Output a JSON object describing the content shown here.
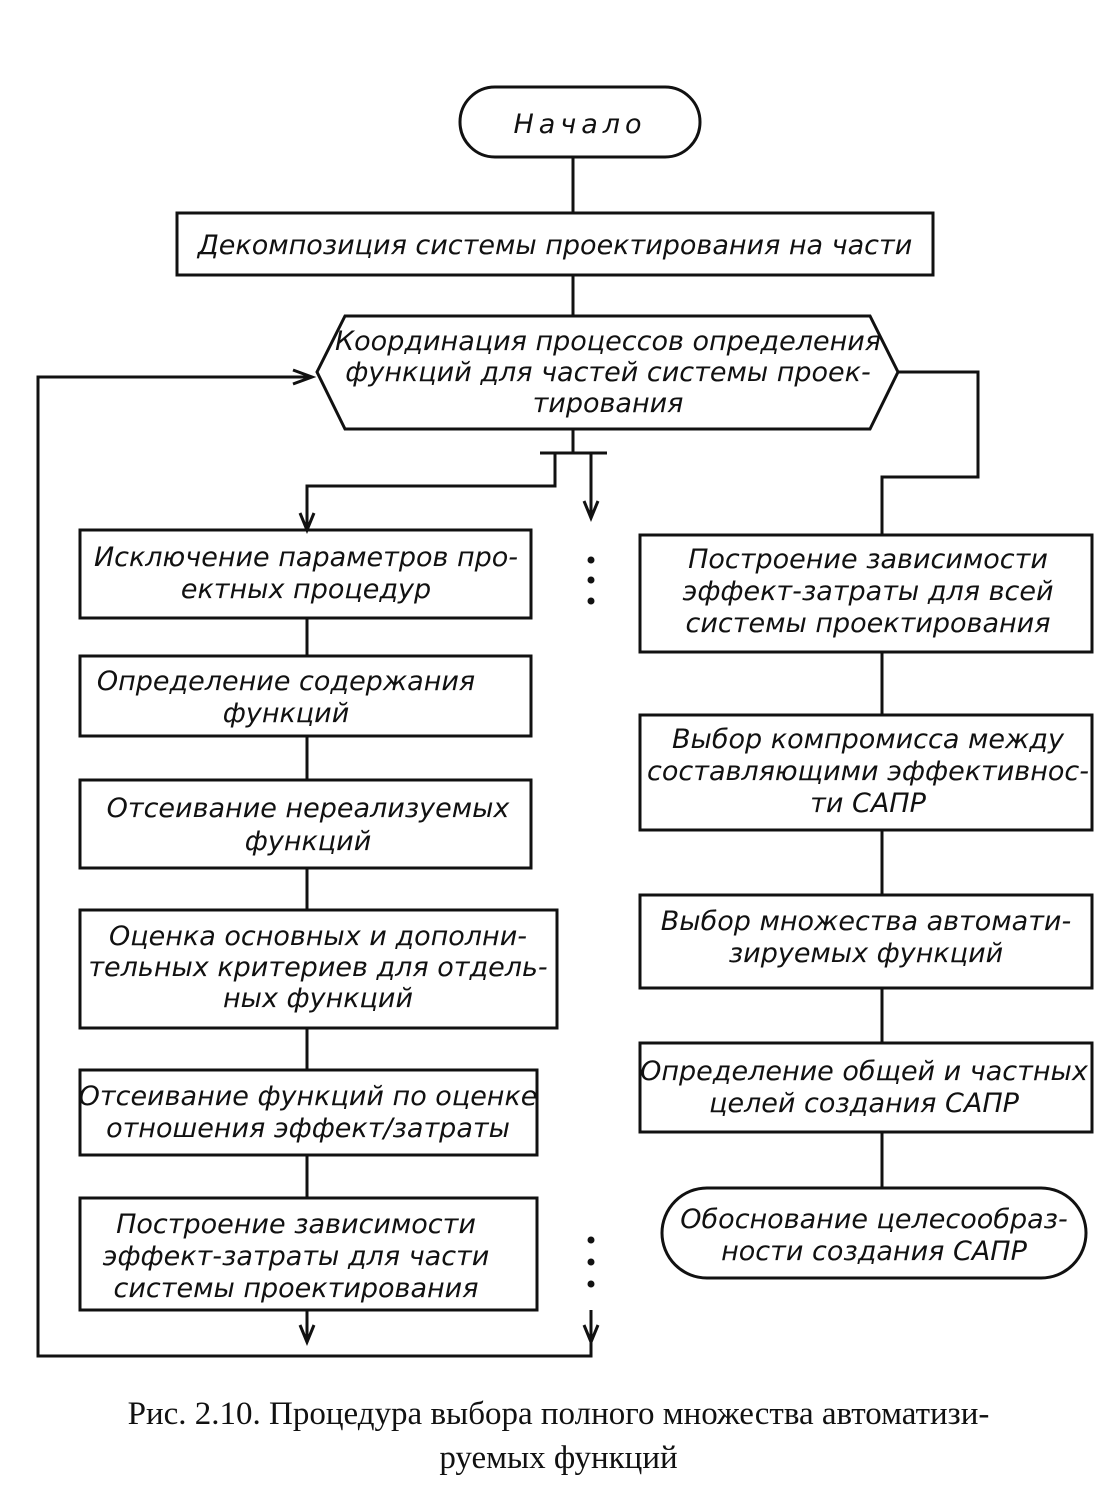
{
  "nodes": {
    "start": [
      "Начало"
    ],
    "decomposition": [
      "Декомпозиция  системы проектирования  на  части"
    ],
    "coordination": [
      "Координация  процессов определения",
      "функций  для  частей  системы  проек-",
      "тирования"
    ],
    "exclude_params": [
      "Исключение  параметров  про-",
      "ектных  процедур"
    ],
    "define_content": [
      "Определение  содержания",
      "функций"
    ],
    "filter_unrealizable": [
      "Отсеивание  нереализуемых",
      "функций"
    ],
    "evaluate_criteria": [
      "Оценка  основных  и  дополни-",
      "тельных  критериев  для  отдель-",
      "ных  функций"
    ],
    "filter_by_ratio": [
      "Отсеивание  функций  по  оценке",
      "отношения  эффект/затраты"
    ],
    "dependency_part": [
      "Построение  зависимости",
      "эффект-затраты  для  части",
      "системы  проектирования"
    ],
    "dependency_whole": [
      "Построение  зависимости",
      "эффект-затраты  для  всей",
      "системы  проектирования"
    ],
    "compromise": [
      "Выбор  компромисса  между",
      "составляющими  эффективнос-",
      "ти  САПР"
    ],
    "select_set": [
      "Выбор  множества  автомати-",
      "зируемых  функций"
    ],
    "define_goals": [
      "Определение  общей  и  частных",
      "целей  создания  САПР"
    ],
    "justification": [
      "Обоснование  целесообраз-",
      "ности  создания   САПР"
    ]
  },
  "caption": {
    "line1": "Рис. 2.10. Процедура выбора полного множества автоматизи-",
    "line2": "руемых функций"
  }
}
